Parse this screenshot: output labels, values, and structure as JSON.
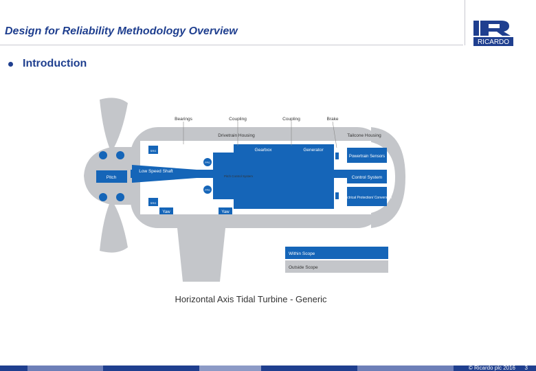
{
  "header": {
    "title": "Design for Reliability Methodology Overview",
    "logo_text": "RICARDO"
  },
  "bullet": {
    "text": "Introduction"
  },
  "diagram": {
    "labels": {
      "bearings": "Bearings",
      "coupling1": "Coupling",
      "coupling2": "Coupling",
      "brake": "Brake",
      "drivetrain_housing": "Drivetrain Housing",
      "tailcone_housing": "Tailcone Housing",
      "gearbox": "Gearbox",
      "generator": "Generator",
      "powertrain_sensors": "Powertrain Sensors",
      "low_speed_shaft": "Low Speed Shaft",
      "pitch": "Pitch",
      "pitch_control": "Pitch Control System",
      "control_system": "Control System",
      "electrical": "Electrical Protection/ Conversion",
      "yaw1": "Yaw",
      "yaw2": "Yaw",
      "within_scope": "Within Scope",
      "outside_scope": "Outside Scope",
      "srg": "SRG",
      "ppg": "PPG"
    },
    "caption": "Horizontal Axis Tidal Turbine - Generic"
  },
  "footer": {
    "copyright": "© Ricardo plc 2016",
    "page": "3"
  },
  "colors": {
    "brand": "#1f3f8f",
    "component": "#1565b8",
    "outside": "#b9bbbf"
  }
}
